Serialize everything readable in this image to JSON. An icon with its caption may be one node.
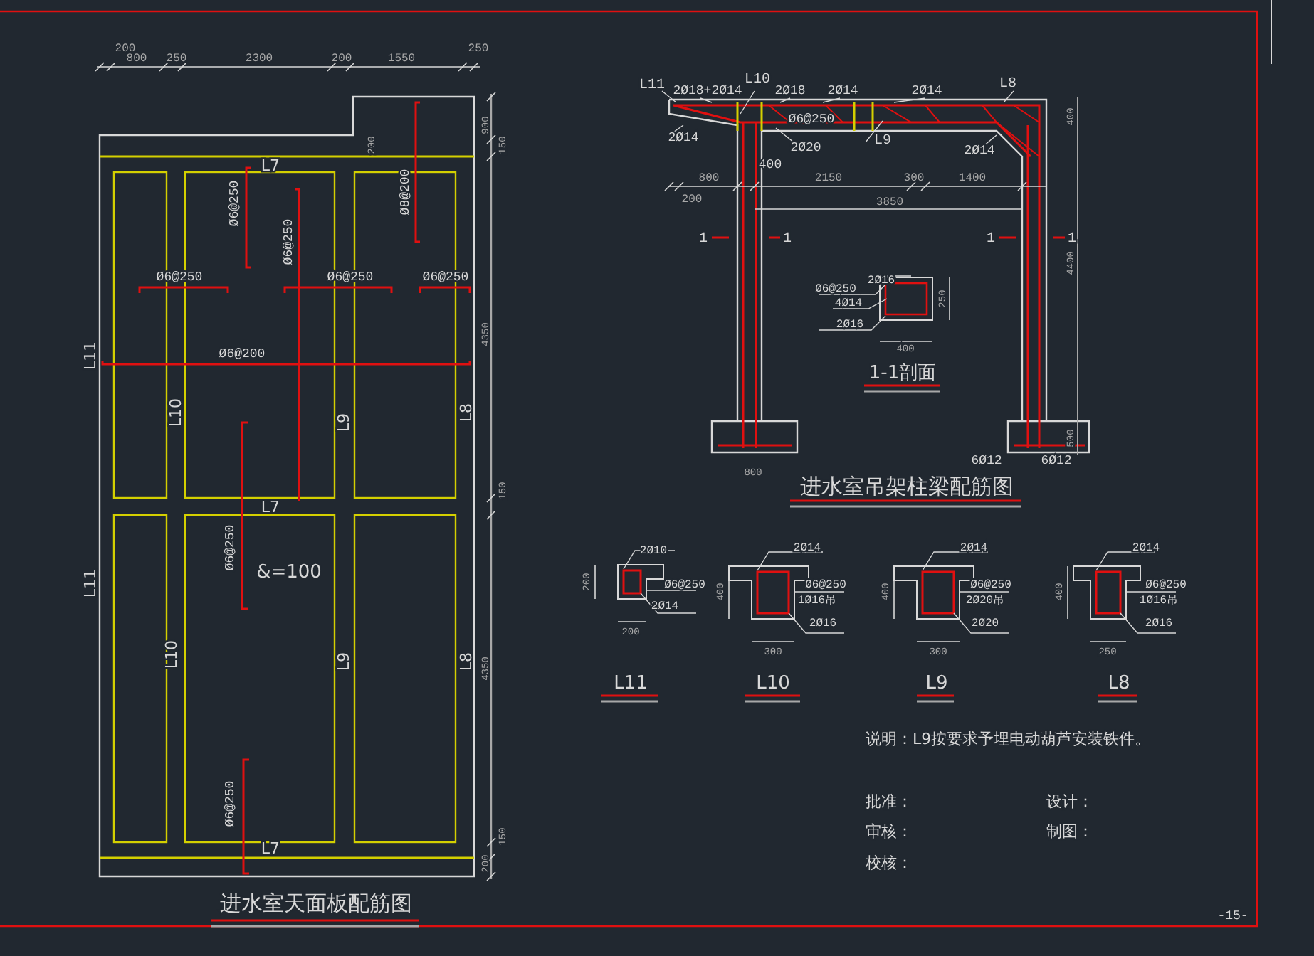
{
  "diagram": {
    "labels": [
      "200",
      "800",
      "250",
      "2300",
      "200",
      "1550",
      "250",
      "200",
      "900",
      "150",
      "L7",
      "Ø6@250",
      "Ø6@250",
      "Ø8@200",
      "Ø6@250",
      "Ø6@250",
      "Ø6@250",
      "L11",
      "Ø6@200",
      "L10",
      "L9",
      "L8",
      "4350",
      "L7",
      "150",
      "Ø6@250",
      "&=100",
      "L11",
      "L10",
      "L9",
      "L8",
      "4350",
      "Ø6@250",
      "150",
      "L7",
      "200",
      "进水室天面板配筋图",
      "L11",
      "2Ø18+2Ø14",
      "L10",
      "2Ø18",
      "2Ø14",
      "2Ø14",
      "L8",
      "400",
      "Ø6@250",
      "2Ø14",
      "L9",
      "2Ø20",
      "2Ø14",
      "400",
      "800",
      "2150",
      "300",
      "1400",
      "200",
      "3850",
      "1",
      "1",
      "1",
      "1",
      "4400",
      "2Ø16",
      "Ø6@250",
      "4Ø14",
      "250",
      "2Ø16",
      "400",
      "1-1剖面",
      "500",
      "6Ø12",
      "6Ø12",
      "800",
      "进水室吊架柱梁配筋图",
      "2Ø10",
      "200",
      "Ø6@250",
      "2Ø14",
      "200",
      "2Ø14",
      "400",
      "Ø6@250",
      "1Ø16吊",
      "2Ø16",
      "300",
      "2Ø14",
      "400",
      "Ø6@250",
      "2Ø20吊",
      "2Ø20",
      "300",
      "2Ø14",
      "400",
      "Ø6@250",
      "1Ø16吊",
      "2Ø16",
      "250",
      "L11",
      "L10",
      "L9",
      "L8",
      "说明：L9按要求予埋电动葫芦安装铁件。",
      "批准：",
      "设计：",
      "审核：",
      "制图：",
      "校核：",
      "-15-"
    ]
  }
}
